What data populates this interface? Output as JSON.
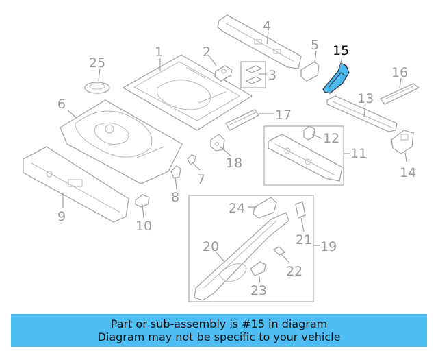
{
  "labels": {
    "p1": "1",
    "p2": "2",
    "p3": "3",
    "p4": "4",
    "p5": "5",
    "p6": "6",
    "p7": "7",
    "p8": "8",
    "p9": "9",
    "p10": "10",
    "p11": "11",
    "p12": "12",
    "p13": "13",
    "p14": "14",
    "p15": "15",
    "p16": "16",
    "p17": "17",
    "p18": "18",
    "p19": "19",
    "p20": "20",
    "p21": "21",
    "p22": "22",
    "p23": "23",
    "p24": "24",
    "p25": "25"
  },
  "highlight": {
    "part": "15",
    "color": "#4db8f0"
  },
  "banner": {
    "line1": "Part or sub-assembly is #15 in diagram",
    "line2": "Diagram may not be specific to your vehicle",
    "color": "#4fbef4"
  }
}
